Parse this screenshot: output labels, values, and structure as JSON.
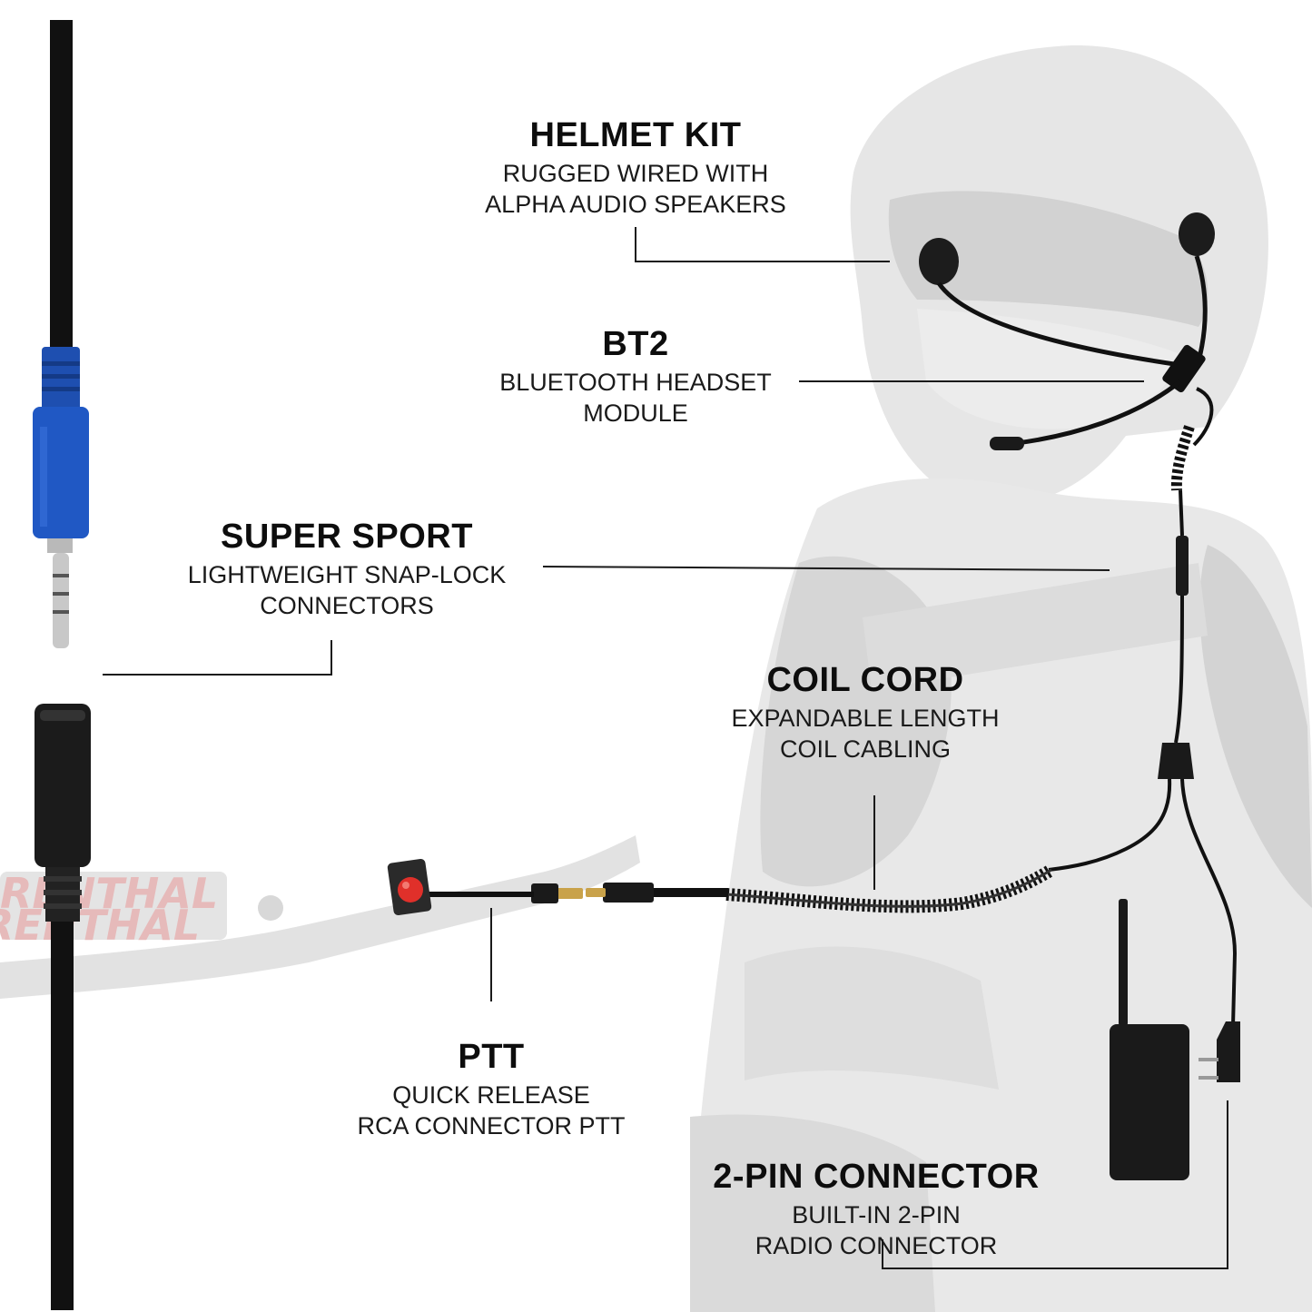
{
  "callouts": {
    "helmet_kit": {
      "title": "HELMET KIT",
      "line1": "RUGGED WIRED WITH",
      "line2": "ALPHA AUDIO SPEAKERS"
    },
    "bt2": {
      "title": "BT2",
      "line1": "BLUETOOTH HEADSET",
      "line2": "MODULE"
    },
    "super_sport": {
      "title": "SUPER SPORT",
      "line1": "LIGHTWEIGHT SNAP-LOCK",
      "line2": "CONNECTORS"
    },
    "coil_cord": {
      "title": "COIL CORD",
      "line1": "EXPANDABLE LENGTH",
      "line2": "COIL CABLING"
    },
    "ptt": {
      "title": "PTT",
      "line1": "QUICK RELEASE",
      "line2": "RCA CONNECTOR PTT"
    },
    "two_pin": {
      "title": "2-PIN CONNECTOR",
      "line1": "BUILT-IN 2-PIN",
      "line2": "RADIO CONNECTOR"
    }
  },
  "background_text": {
    "handlebar_brand": "RENTHAL"
  },
  "colors": {
    "cable": "#111111",
    "plug_blue": "#1e4fb0",
    "ptt_button": "#e0302a",
    "brass": "#c9a24a",
    "ghost": "#d9d9d9",
    "leader_line": "#1a1a1a"
  },
  "icons": [
    "helmet-rider-silhouette",
    "handlebar",
    "headset",
    "ptt-button",
    "radio"
  ]
}
